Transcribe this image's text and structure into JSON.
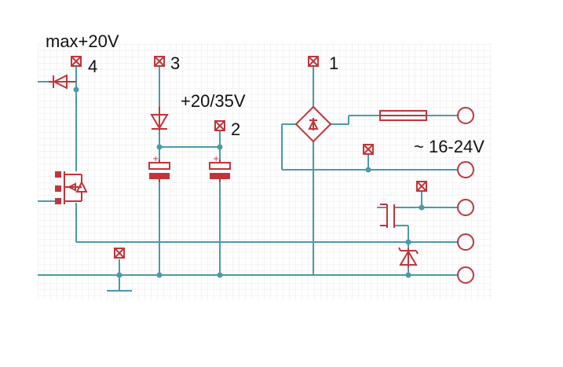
{
  "labels": {
    "max_voltage": "max+20V",
    "supply_voltage": "+20/35V",
    "ac_voltage": "~ 16-24V"
  },
  "pads": {
    "pad_1": "1",
    "pad_2": "2",
    "pad_3": "3",
    "pad_4": "4"
  },
  "colors": {
    "wire": "#4a9aaa",
    "component": "#c0353a",
    "grid": "#e6e6e6",
    "background": "#ffffff"
  }
}
